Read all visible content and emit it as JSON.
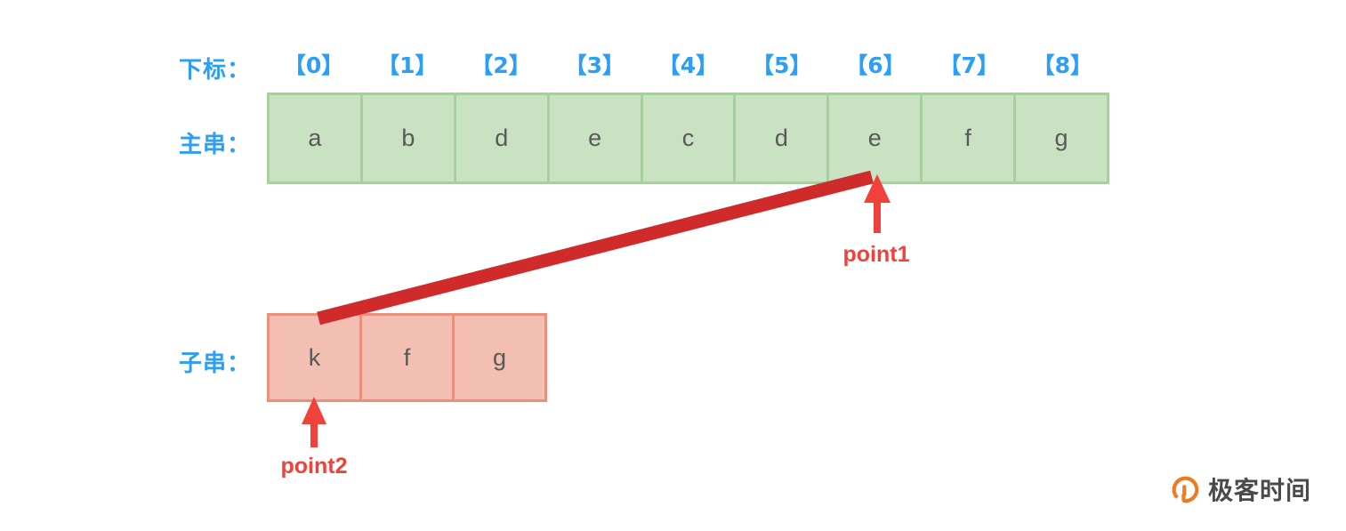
{
  "diagram": {
    "title": "String pattern matching pointer diagram",
    "labels": {
      "index_row": "下标：",
      "main_string_row": "主串：",
      "sub_string_row": "子串："
    },
    "indices": [
      "【0】",
      "【1】",
      "【2】",
      "【3】",
      "【4】",
      "【5】",
      "【6】",
      "【7】",
      "【8】"
    ],
    "main_string": [
      "a",
      "b",
      "d",
      "e",
      "c",
      "d",
      "e",
      "f",
      "g"
    ],
    "sub_string": [
      "k",
      "f",
      "g"
    ],
    "pointers": [
      {
        "name": "point1",
        "label": "point1",
        "target_row": "main_string",
        "target_index": 6
      },
      {
        "name": "point2",
        "label": "point2",
        "target_row": "sub_string",
        "target_index": 0
      }
    ],
    "connector": {
      "name": "match-connector",
      "from": "sub_string[0]",
      "to": "main_string[6]"
    },
    "colors": {
      "label_blue": "#2b9ef5",
      "main_cell_fill": "#c9e2c1",
      "main_cell_border": "#a8cfa0",
      "sub_cell_fill": "#f3bfb2",
      "sub_cell_border": "#e8907c",
      "letter_gray": "#595959",
      "pointer_red": "#f0423a",
      "connector_red": "#cf2b2b",
      "watermark_orange": "#ef7b21"
    }
  },
  "watermark": {
    "text": "极客时间",
    "logo_icon": "geektime-logo-icon"
  }
}
